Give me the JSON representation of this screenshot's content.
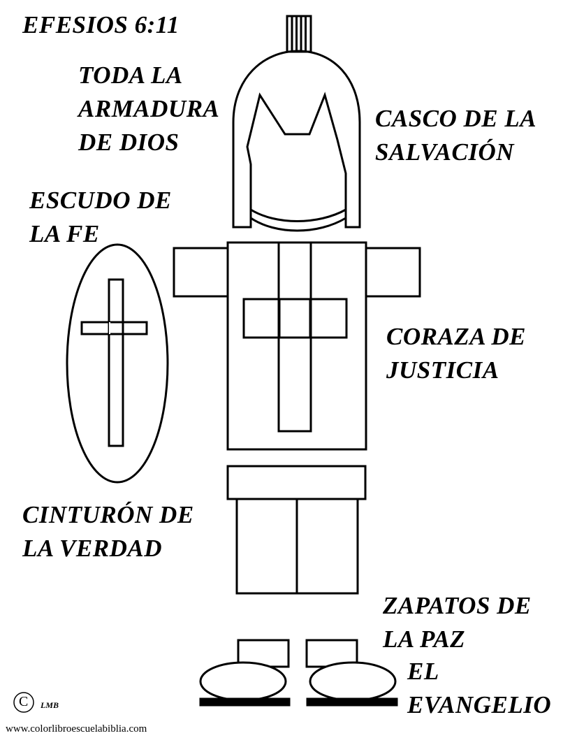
{
  "title": "EFESIOS 6:11",
  "heading": [
    "TODA LA",
    "ARMADURA",
    "DE DIOS"
  ],
  "labels": {
    "helmet": [
      "CASCO DE LA",
      "SALVACIÓN"
    ],
    "shield": [
      "ESCUDO DE",
      "LA FE"
    ],
    "breastplate": [
      "CORAZA DE",
      "JUSTICIA"
    ],
    "belt": [
      "CINTURÓN DE",
      "LA VERDAD"
    ],
    "shoes": [
      "ZAPATOS DE",
      "LA PAZ"
    ],
    "gospel": [
      "EL",
      "EVANGELIO"
    ]
  },
  "credit": {
    "copyright_symbol": "C",
    "initials": "LMB",
    "website": "www.colorlibroescuelabiblia.com"
  },
  "colors": {
    "ink": "#000000",
    "paper": "#ffffff"
  }
}
